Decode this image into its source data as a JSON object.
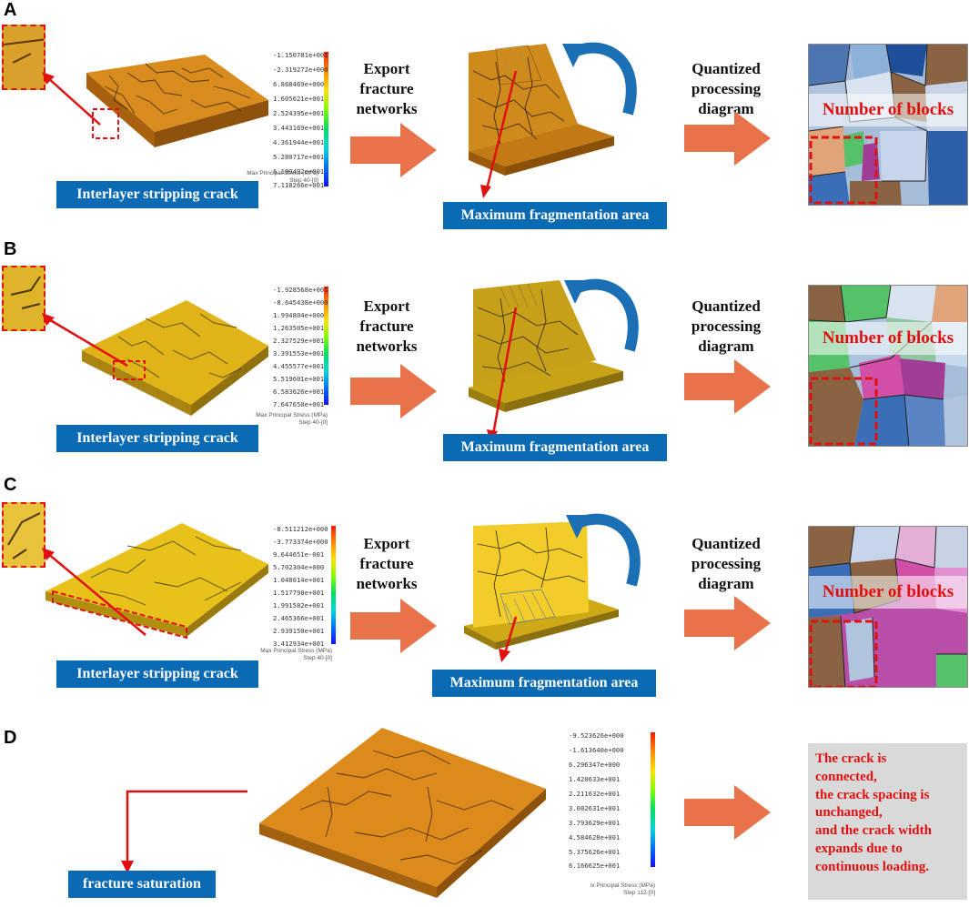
{
  "panels": [
    {
      "letter": "A",
      "legend": [
        "-1.150781e+001",
        "-2.319272e+000",
        "6.868469e+000",
        "1.605621e+001",
        "2.524395e+001",
        "3.443169e+001",
        "4.361944e+001",
        "5.280717e+001",
        "6.199492e+001",
        "7.118266e+001"
      ],
      "legend_caption": "Max Principal Stress (MPa)",
      "step": "Step 40-[0]",
      "crack_label": "Interlayer stripping crack",
      "export_text": "Export\nfracture\nnetworks",
      "frag_label": "Maximum fragmentation area",
      "quant_text": "Quantized\nprocessing\ndiagram",
      "blocks_label": "Number of blocks",
      "specimen_color": "#d98c1e"
    },
    {
      "letter": "B",
      "legend": [
        "-1.928568e+001",
        "-8.645438e+000",
        "1.994804e+000",
        "1.263505e+001",
        "2.327529e+001",
        "3.391553e+001",
        "4.455577e+001",
        "5.519601e+001",
        "6.583626e+001",
        "7.647650e+001"
      ],
      "legend_caption": "Max Principal Stress (MPa)",
      "step": "Step 40-[0]",
      "crack_label": "Interlayer stripping crack",
      "export_text": "Export\nfracture\nnetworks",
      "frag_label": "Maximum fragmentation area",
      "quant_text": "Quantized\nprocessing\ndiagram",
      "blocks_label": "Number of blocks",
      "specimen_color": "#e0b419"
    },
    {
      "letter": "C",
      "legend": [
        "-8.511212e+000",
        "-3.773374e+000",
        "9.644651e-001",
        "5.702304e+000",
        "1.048014e+001",
        "1.517798e+001",
        "1.991582e+001",
        "2.465366e+001",
        "2.939150e+001",
        "3.412934e+001"
      ],
      "legend_caption": "Max Principal Stress (MPa)",
      "step": "Step 40-[0]",
      "crack_label": "Interlayer stripping crack",
      "export_text": "Export\nfracture\nnetworks",
      "frag_label": "Maximum fragmentation area",
      "quant_text": "Quantized\nprocessing\ndiagram",
      "blocks_label": "Number of blocks",
      "specimen_color": "#e8c21a"
    }
  ],
  "panel_d": {
    "letter": "D",
    "legend": [
      "-9.523626e+000",
      "-1.613640e+000",
      "6.296347e+000",
      "1.420633e+001",
      "2.211632e+001",
      "3.002631e+001",
      "3.793629e+001",
      "4.584628e+001",
      "5.375626e+001",
      "6.166625e+001"
    ],
    "legend_caption": "ix Principal Stress (MPa)",
    "step": "Step 112-[0]",
    "saturation_label": "fracture saturation",
    "conclusion": "The crack is\nconnected,\nthe crack spacing is\nunchanged,\n and the crack width\nexpands due to\ncontinuous loading.",
    "specimen_color": "#dd8a1c"
  },
  "colors": {
    "arrow": "#e8724a",
    "label_bg": "#0a6ab3",
    "highlight": "#e01010",
    "rotate_arrow": "#1a6fb5"
  }
}
